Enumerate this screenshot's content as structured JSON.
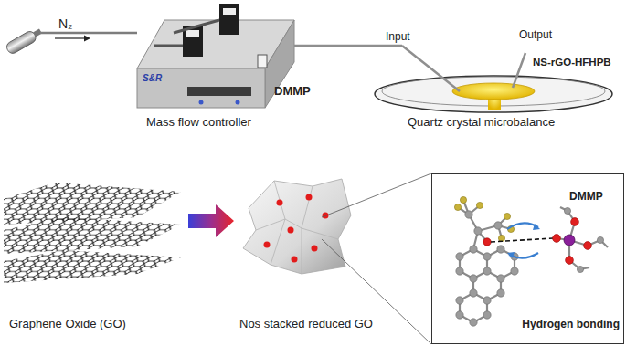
{
  "diagram": {
    "nodes": [
      {
        "text": [
          "DMMP",
          "Hydrogen bonding"
        ]
      }
    ],
    "labels": [
      "N₂",
      "S&R",
      "DMMP",
      "Mass flow controller",
      "Input",
      "Output",
      "NS-rGO-HFHPB",
      "Quartz crystal microbalance",
      "Graphene Oxide (GO)",
      "Nos stacked reduced GO"
    ]
  }
}
